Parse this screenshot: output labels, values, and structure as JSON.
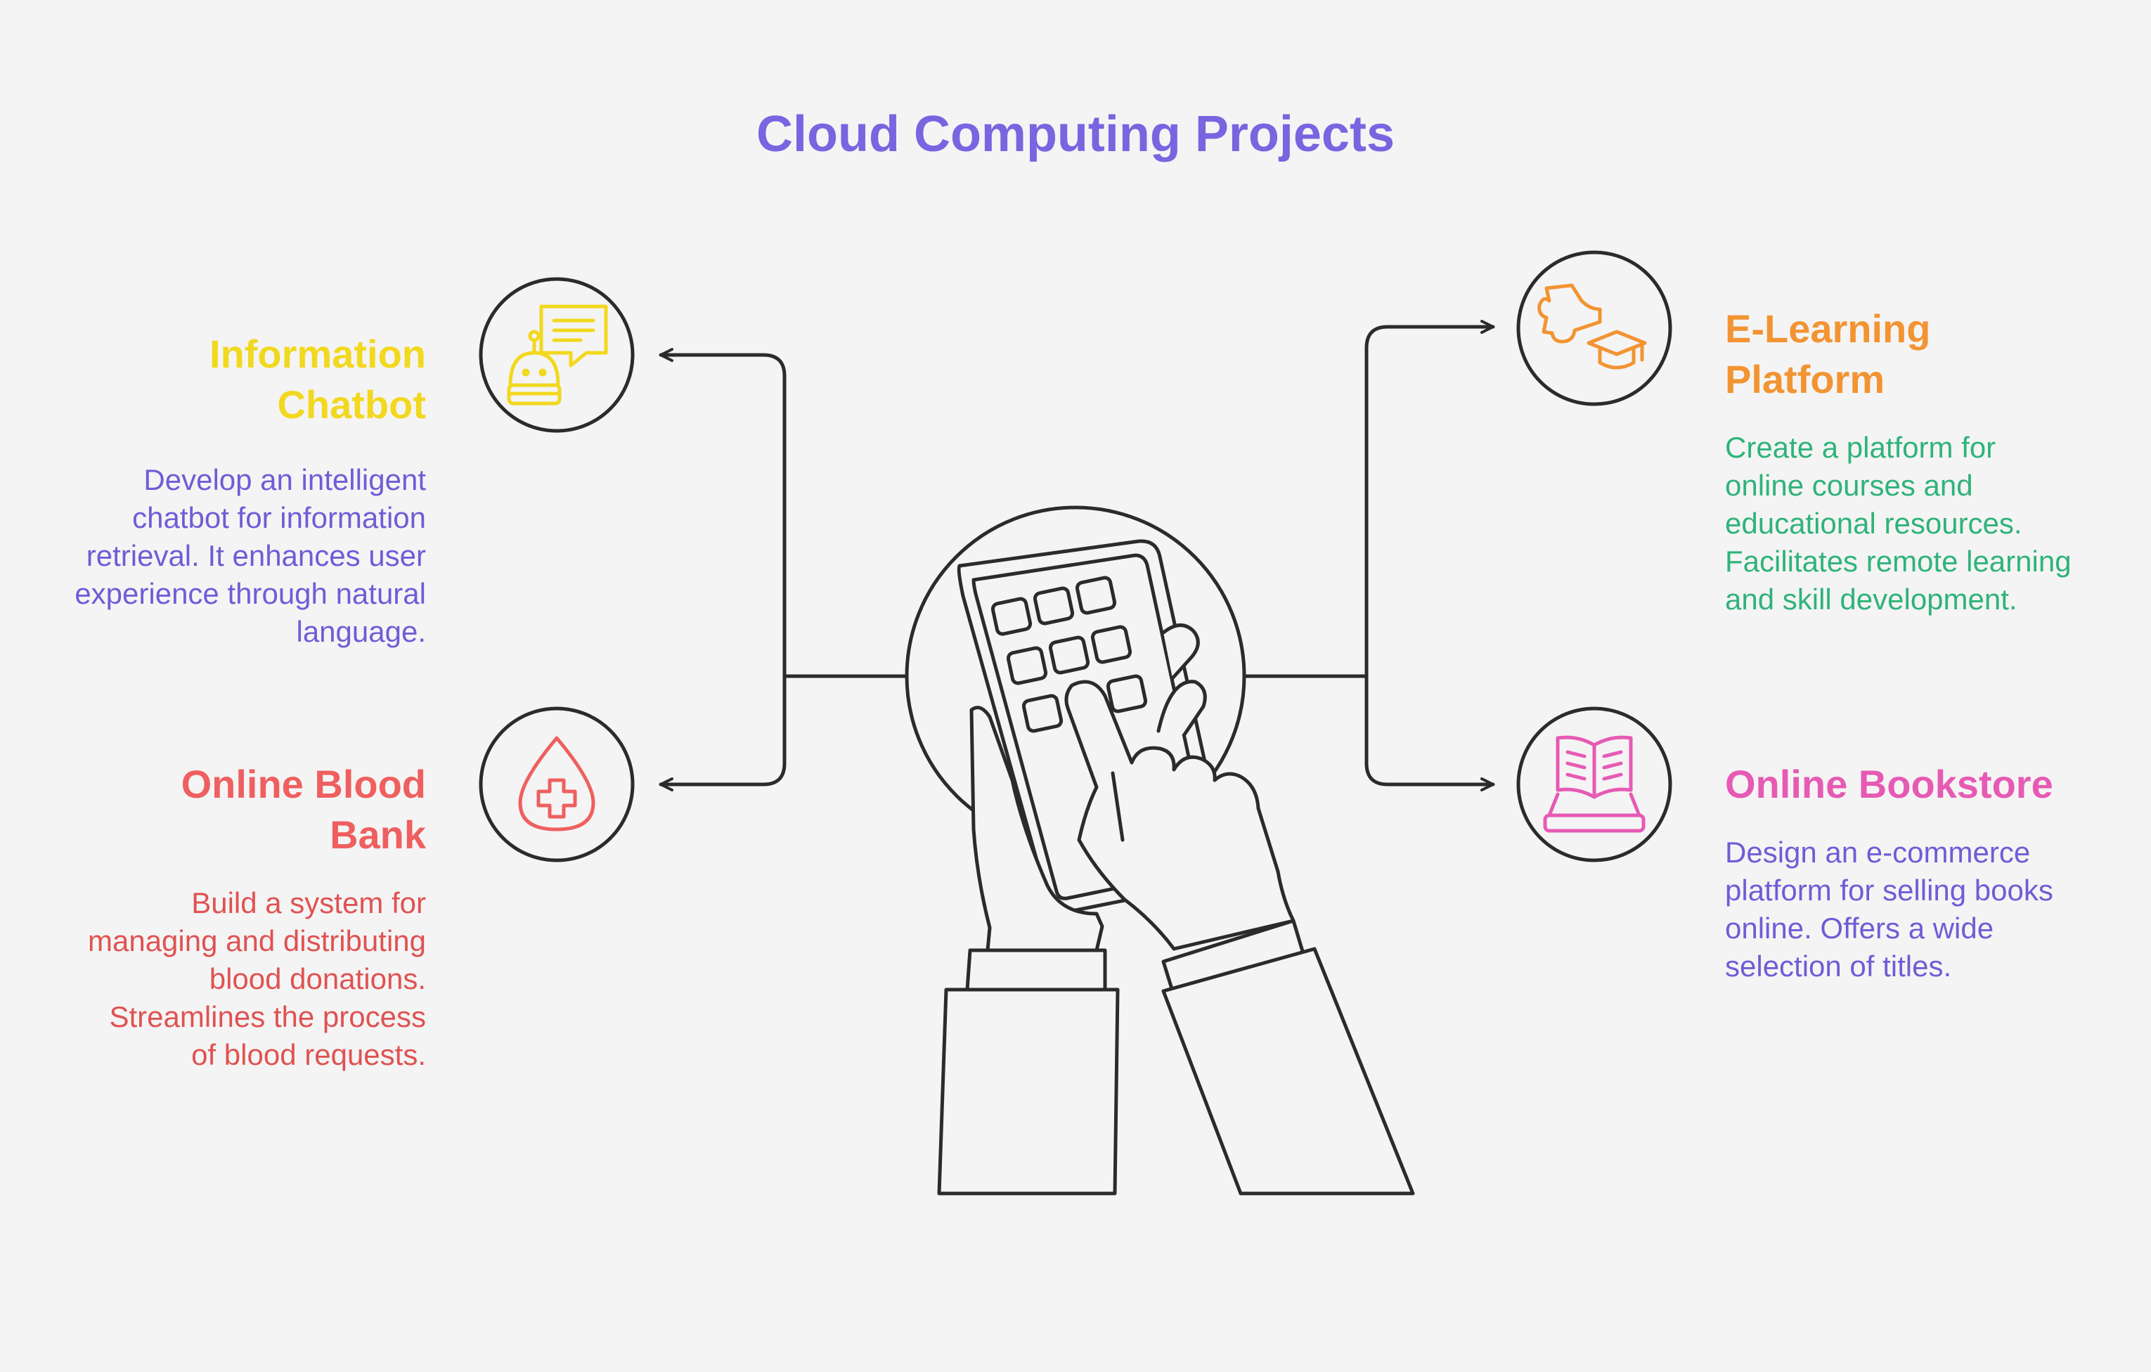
{
  "title": "Cloud Computing Projects",
  "items": [
    {
      "heading": "Information Chatbot",
      "description": "Develop an intelligent chatbot for information retrieval. It enhances user experience through natural language.",
      "icon": "robot-chat-icon",
      "heading_color": "#f2d81e",
      "text_color": "#6e5dd6"
    },
    {
      "heading": "Online Blood Bank",
      "description": "Build a system for managing and distributing blood donations. Streamlines the process of blood requests.",
      "icon": "blood-drop-cross-icon",
      "heading_color": "#ef5f5f",
      "text_color": "#e05252"
    },
    {
      "heading": "E-Learning Platform",
      "description": "Create a platform for online courses and educational resources. Facilitates remote learning and skill development.",
      "icon": "graduation-cap-icon",
      "heading_color": "#f29432",
      "text_color": "#2fb37a"
    },
    {
      "heading": "Online Bookstore",
      "description": "Design an e-commerce platform for selling books online. Offers a wide selection of titles.",
      "icon": "open-book-icon",
      "heading_color": "#e65ab4",
      "text_color": "#6e5dd6"
    }
  ],
  "colors": {
    "title": "#7a64e0",
    "line": "#2b2b2b",
    "background": "#f4f4f4"
  }
}
